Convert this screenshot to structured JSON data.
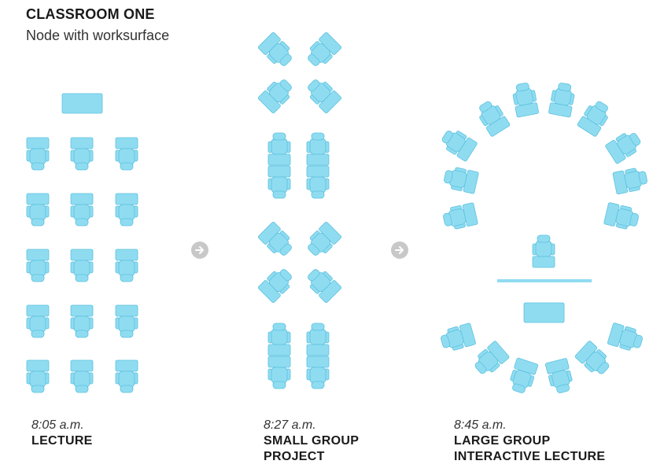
{
  "header": {
    "title": "CLASSROOM ONE",
    "subtitle": "Node with worksurface"
  },
  "colors": {
    "chair": "#8fdcf1",
    "outline": "#5cc1de",
    "arrow": "#c8c8c8"
  },
  "icons": [
    "chair-with-worksurface-icon",
    "arrow-right-icon",
    "instructor-table-icon",
    "whiteboard-icon"
  ],
  "scenes": [
    {
      "time": "8:05 a.m.",
      "label_lines": [
        "LECTURE"
      ]
    },
    {
      "time": "8:27 a.m.",
      "label_lines": [
        "SMALL GROUP",
        "PROJECT"
      ]
    },
    {
      "time": "8:45 a.m.",
      "label_lines": [
        "LARGE GROUP",
        "INTERACTIVE LECTURE"
      ]
    }
  ]
}
